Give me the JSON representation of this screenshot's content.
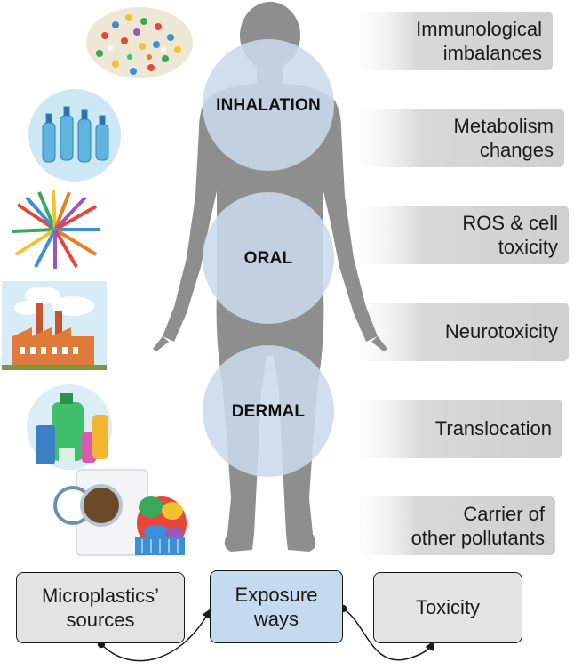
{
  "routes": {
    "inhalation": "INHALATION",
    "oral": "ORAL",
    "dermal": "DERMAL"
  },
  "effects": [
    {
      "line1": "Immunological",
      "line2": "imbalances"
    },
    {
      "line1": "Metabolism",
      "line2": "changes"
    },
    {
      "line1": "ROS & cell",
      "line2": "toxicity"
    },
    {
      "line1": "Neurotoxicity",
      "line2": ""
    },
    {
      "line1": "Translocation",
      "line2": ""
    },
    {
      "line1": "Carrier of",
      "line2": "other pollutants"
    }
  ],
  "flow": {
    "sources": {
      "line1": "Microplastics’",
      "line2": "sources"
    },
    "exposure": {
      "line1": "Exposure",
      "line2": "ways"
    },
    "toxicity": {
      "line1": "Toxicity",
      "line2": ""
    }
  },
  "colors": {
    "body": "#8c8c8c",
    "circle": "#c9d9ea",
    "effect_box": "#d4d4d4",
    "exposure_box": "#c5d9ef",
    "flow_box": "#e3e3e3"
  },
  "sources_icons": [
    "plastic-pellets-icon",
    "plastic-bottles-icon",
    "plastic-straws-icon",
    "factory-icon",
    "detergent-bottles-icon",
    "washing-machine-icon"
  ]
}
